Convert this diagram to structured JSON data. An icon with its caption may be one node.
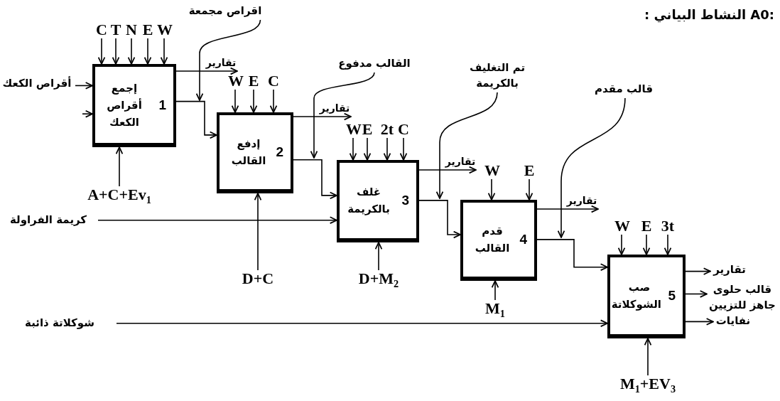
{
  "diagram": {
    "title": ": النشاط البياني A0:",
    "nodes": [
      {
        "text": [
          "1",
          "إجمع أقراص الكعك"
        ]
      },
      {
        "text": [
          "2",
          "إدفع القالب"
        ]
      },
      {
        "text": [
          "3",
          "غلف بالكريمة"
        ]
      },
      {
        "text": [
          "4",
          "قدم القالب"
        ]
      },
      {
        "text": [
          "5",
          "صب الشوكلاتة"
        ]
      },
      {
        "text": [
          "أقراص الكعك"
        ]
      },
      {
        "text": [
          "كريمة الفراولة"
        ]
      },
      {
        "text": [
          "شوكلاتة ذائبة"
        ]
      },
      {
        "text": [
          "C"
        ]
      },
      {
        "text": [
          "T"
        ]
      },
      {
        "text": [
          "N"
        ]
      },
      {
        "text": [
          "E"
        ]
      },
      {
        "text": [
          "W"
        ]
      },
      {
        "text": [
          "W"
        ]
      },
      {
        "text": [
          "E"
        ]
      },
      {
        "text": [
          "C"
        ]
      },
      {
        "text": [
          "W"
        ]
      },
      {
        "text": [
          "E"
        ]
      },
      {
        "text": [
          "2t"
        ]
      },
      {
        "text": [
          "C"
        ]
      },
      {
        "text": [
          "W"
        ]
      },
      {
        "text": [
          "E"
        ]
      },
      {
        "text": [
          "W"
        ]
      },
      {
        "text": [
          "E"
        ]
      },
      {
        "text": [
          "3t"
        ]
      },
      {
        "text": [
          "A+C+Ev$_{1}$"
        ]
      },
      {
        "text": [
          "D+C"
        ]
      },
      {
        "text": [
          "D+M$_{2}$"
        ]
      },
      {
        "text": [
          "M$_{1}$"
        ]
      },
      {
        "text": [
          "M$_{1}$+EV$_{3}$"
        ]
      },
      {
        "text": [
          "تقارير"
        ]
      },
      {
        "text": [
          "تقارير"
        ]
      },
      {
        "text": [
          "تقارير"
        ]
      },
      {
        "text": [
          "تقارير"
        ]
      },
      {
        "text": [
          "تقارير"
        ]
      },
      {
        "text": [
          "قالب حلوى جاهز للتزيين"
        ]
      },
      {
        "text": [
          "نفايات"
        ]
      },
      {
        "text": [
          "اقراص مجمعة"
        ]
      },
      {
        "text": [
          "القالب مدفوع"
        ]
      },
      {
        "text": [
          "تم التغليف بالكريمة"
        ]
      },
      {
        "text": [
          "قالب مقدم"
        ]
      }
    ],
    "edges": [
      {
        "from": 0,
        "to": 1,
        "arrow": "to"
      },
      {
        "from": 1,
        "to": 2,
        "arrow": "to"
      },
      {
        "from": 2,
        "to": 3,
        "arrow": "to"
      },
      {
        "from": 3,
        "to": 4,
        "arrow": "to"
      },
      {
        "from": 5,
        "to": 0,
        "arrow": "to"
      },
      {
        "from": null,
        "to": 0,
        "arrow": "to"
      },
      {
        "from": 6,
        "to": 2,
        "arrow": "to"
      },
      {
        "from": 7,
        "to": 4,
        "arrow": "to"
      },
      {
        "from": 8,
        "to": 0,
        "arrow": "to"
      },
      {
        "from": 9,
        "to": 0,
        "arrow": "to"
      },
      {
        "from": 10,
        "to": 0,
        "arrow": "to"
      },
      {
        "from": 11,
        "to": 0,
        "arrow": "to"
      },
      {
        "from": 12,
        "to": 0,
        "arrow": "to"
      },
      {
        "from": 13,
        "to": 1,
        "arrow": "to"
      },
      {
        "from": 14,
        "to": 1,
        "arrow": "to"
      },
      {
        "from": 15,
        "to": 1,
        "arrow": "to"
      },
      {
        "from": 16,
        "to": 2,
        "arrow": "to"
      },
      {
        "from": 17,
        "to": 2,
        "arrow": "to"
      },
      {
        "from": 18,
        "to": 2,
        "arrow": "to"
      },
      {
        "from": 19,
        "to": 2,
        "arrow": "to"
      },
      {
        "from": 20,
        "to": 3,
        "arrow": "to"
      },
      {
        "from": 21,
        "to": 3,
        "arrow": "to"
      },
      {
        "from": 22,
        "to": 4,
        "arrow": "to"
      },
      {
        "from": 23,
        "to": 4,
        "arrow": "to"
      },
      {
        "from": 24,
        "to": 4,
        "arrow": "to"
      },
      {
        "from": 25,
        "to": 0,
        "arrow": "to"
      },
      {
        "from": 26,
        "to": 1,
        "arrow": "to"
      },
      {
        "from": 27,
        "to": 2,
        "arrow": "to"
      },
      {
        "from": 28,
        "to": 3,
        "arrow": "to"
      },
      {
        "from": 29,
        "to": 4,
        "arrow": "to"
      },
      {
        "from": 0,
        "to": 30,
        "arrow": "to"
      },
      {
        "from": 1,
        "to": 31,
        "arrow": "to"
      },
      {
        "from": 2,
        "to": 32,
        "arrow": "to"
      },
      {
        "from": 3,
        "to": 33,
        "arrow": "to"
      },
      {
        "from": 4,
        "to": 34,
        "arrow": "to"
      },
      {
        "from": 4,
        "to": 35,
        "arrow": "to"
      },
      {
        "from": 4,
        "to": 36,
        "arrow": "to"
      },
      {
        "from": 37,
        "to": null,
        "arrow": "to"
      },
      {
        "from": 38,
        "to": null,
        "arrow": "to"
      },
      {
        "from": 39,
        "to": null,
        "arrow": "to"
      },
      {
        "from": 40,
        "to": null,
        "arrow": "to"
      }
    ]
  }
}
